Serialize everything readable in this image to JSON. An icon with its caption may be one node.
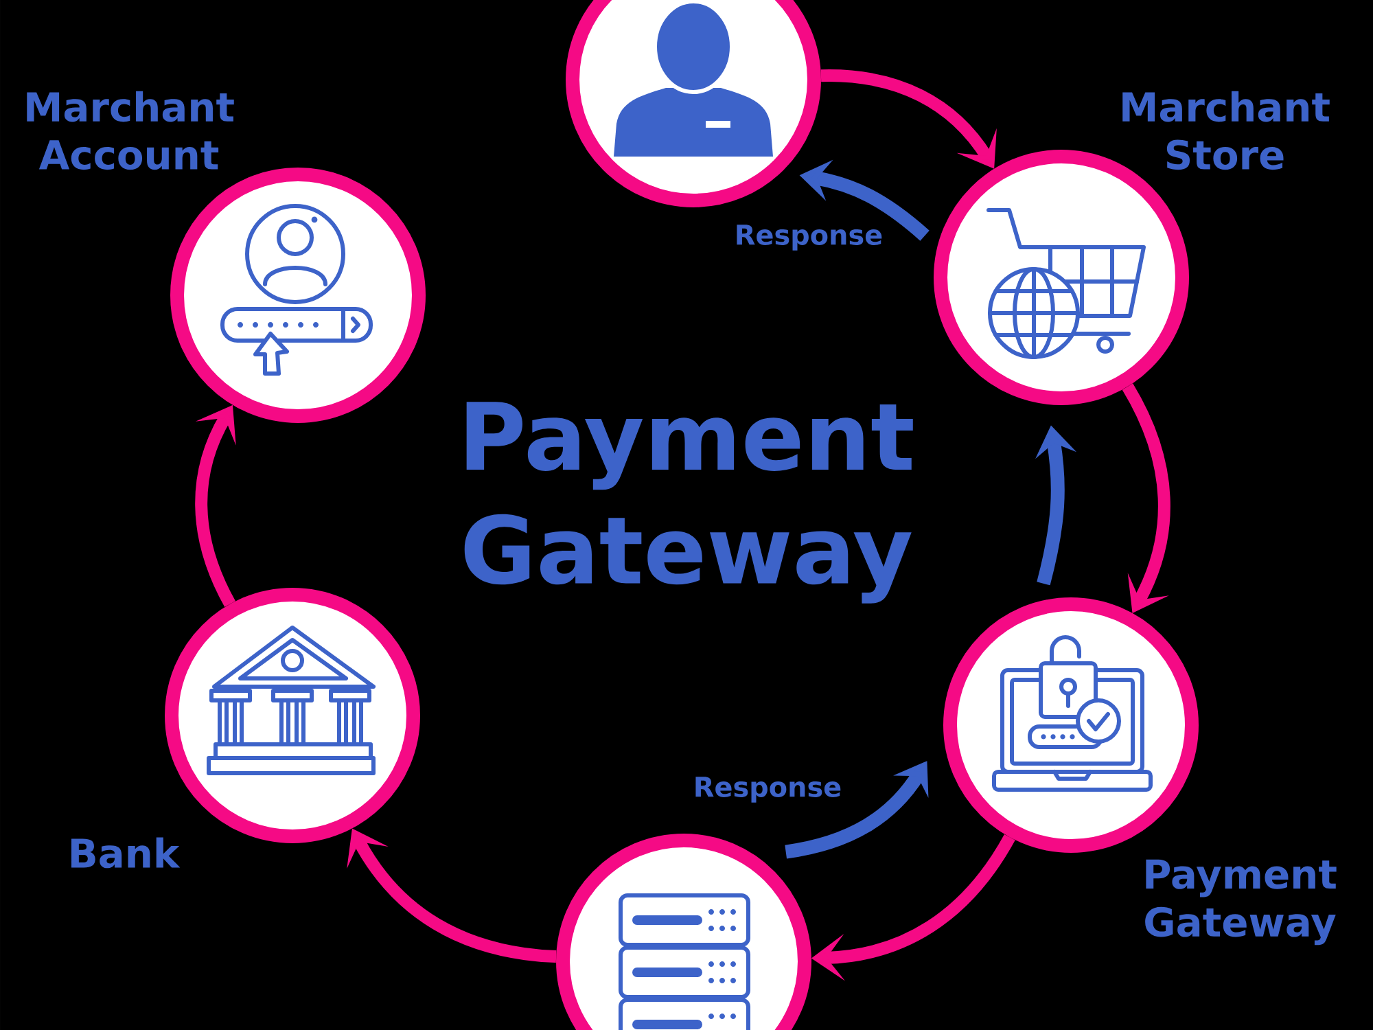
{
  "diagram": {
    "title": "Payment Gateway",
    "nodes": [
      {
        "text": [],
        "shape": "circle"
      },
      {
        "text": [],
        "shape": "circle",
        "beside": [
          "Marchant Store"
        ]
      },
      {
        "text": [],
        "shape": "circle",
        "beside": [
          "Payment Gateway"
        ]
      },
      {
        "text": [],
        "shape": "circle"
      },
      {
        "text": [],
        "shape": "circle",
        "beside": [
          "Bank"
        ]
      },
      {
        "text": [],
        "shape": "circle",
        "beside": [
          "Marchant Account"
        ]
      }
    ],
    "edges": [
      {
        "from": 0,
        "to": 1,
        "arrow": "to"
      },
      {
        "from": 1,
        "to": 2,
        "arrow": "to"
      },
      {
        "from": 2,
        "to": 3,
        "arrow": "to"
      },
      {
        "from": 3,
        "to": 4,
        "arrow": "to"
      },
      {
        "from": 4,
        "to": 5,
        "arrow": "to"
      },
      {
        "from": 1,
        "to": 0,
        "arrow": "to",
        "label": "Response",
        "color": "#3d63c9"
      },
      {
        "from": 2,
        "to": 1,
        "arrow": "to",
        "color": "#3d63c9"
      },
      {
        "from": 3,
        "to": 2,
        "arrow": "to",
        "label": "Response",
        "color": "#3d63c9"
      }
    ]
  }
}
